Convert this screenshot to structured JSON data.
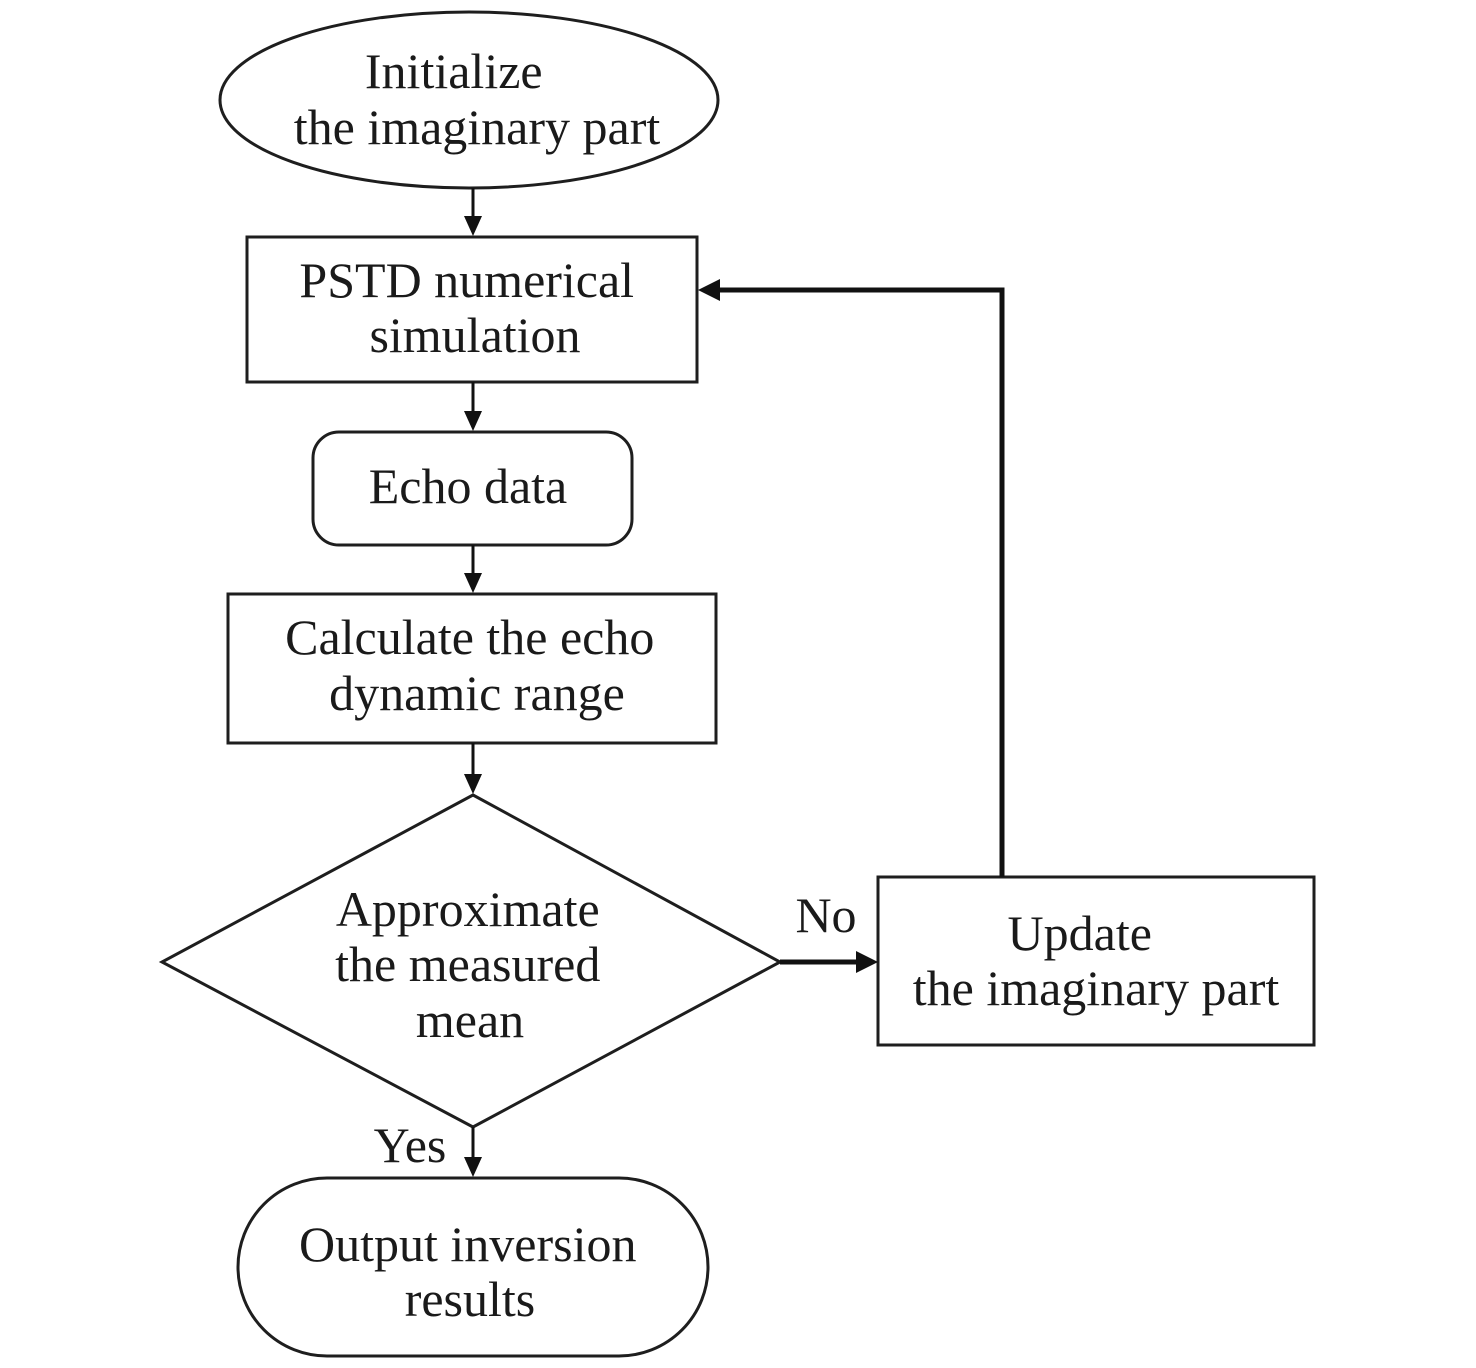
{
  "nodes": {
    "init": [
      "Initialize",
      "the imaginary part"
    ],
    "pstd": [
      "PSTD numerical",
      "simulation"
    ],
    "echo": [
      "Echo data"
    ],
    "calc": [
      "Calculate the echo",
      "dynamic range"
    ],
    "decision": [
      "Approximate",
      "the measured",
      "mean"
    ],
    "update": [
      "Update",
      "the imaginary part"
    ],
    "output": [
      "Output inversion",
      "results"
    ]
  },
  "edge_labels": {
    "no": "No",
    "yes": "Yes"
  }
}
